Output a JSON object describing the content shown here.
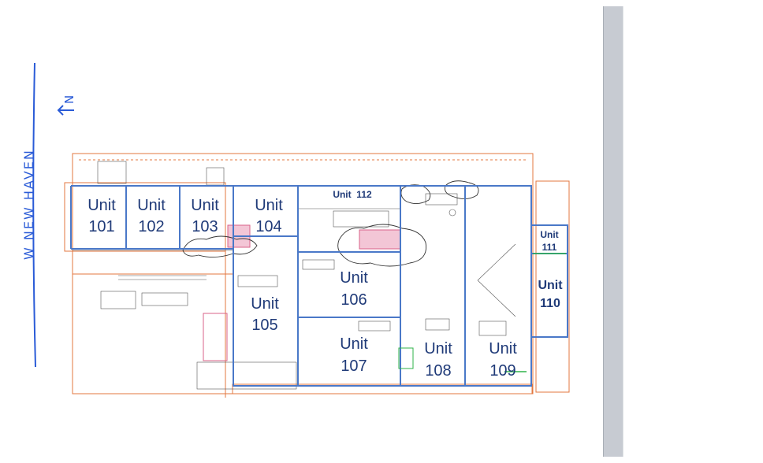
{
  "street_label": "W NEW HAVEN",
  "north_label": "N",
  "colors": {
    "unit_outline": "#4a78c8",
    "unit_text": "#1f3a78",
    "hand_ink": "#2a5bd7",
    "property_line": "#e3773f",
    "green": "#2fb34a"
  },
  "units": [
    {
      "id": "101",
      "line1": "Unit",
      "line2": "101"
    },
    {
      "id": "102",
      "line1": "Unit",
      "line2": "102"
    },
    {
      "id": "103",
      "line1": "Unit",
      "line2": "103"
    },
    {
      "id": "104",
      "line1": "Unit",
      "line2": "104"
    },
    {
      "id": "105",
      "line1": "Unit",
      "line2": "105"
    },
    {
      "id": "106",
      "line1": "Unit",
      "line2": "106"
    },
    {
      "id": "107",
      "line1": "Unit",
      "line2": "107"
    },
    {
      "id": "108",
      "line1": "Unit",
      "line2": "108"
    },
    {
      "id": "109",
      "line1": "Unit",
      "line2": "109"
    },
    {
      "id": "110",
      "line1": "Unit",
      "line2": "110"
    },
    {
      "id": "111",
      "line1": "Unit",
      "line2": "111"
    },
    {
      "id": "112",
      "line1": "Unit  112"
    }
  ]
}
